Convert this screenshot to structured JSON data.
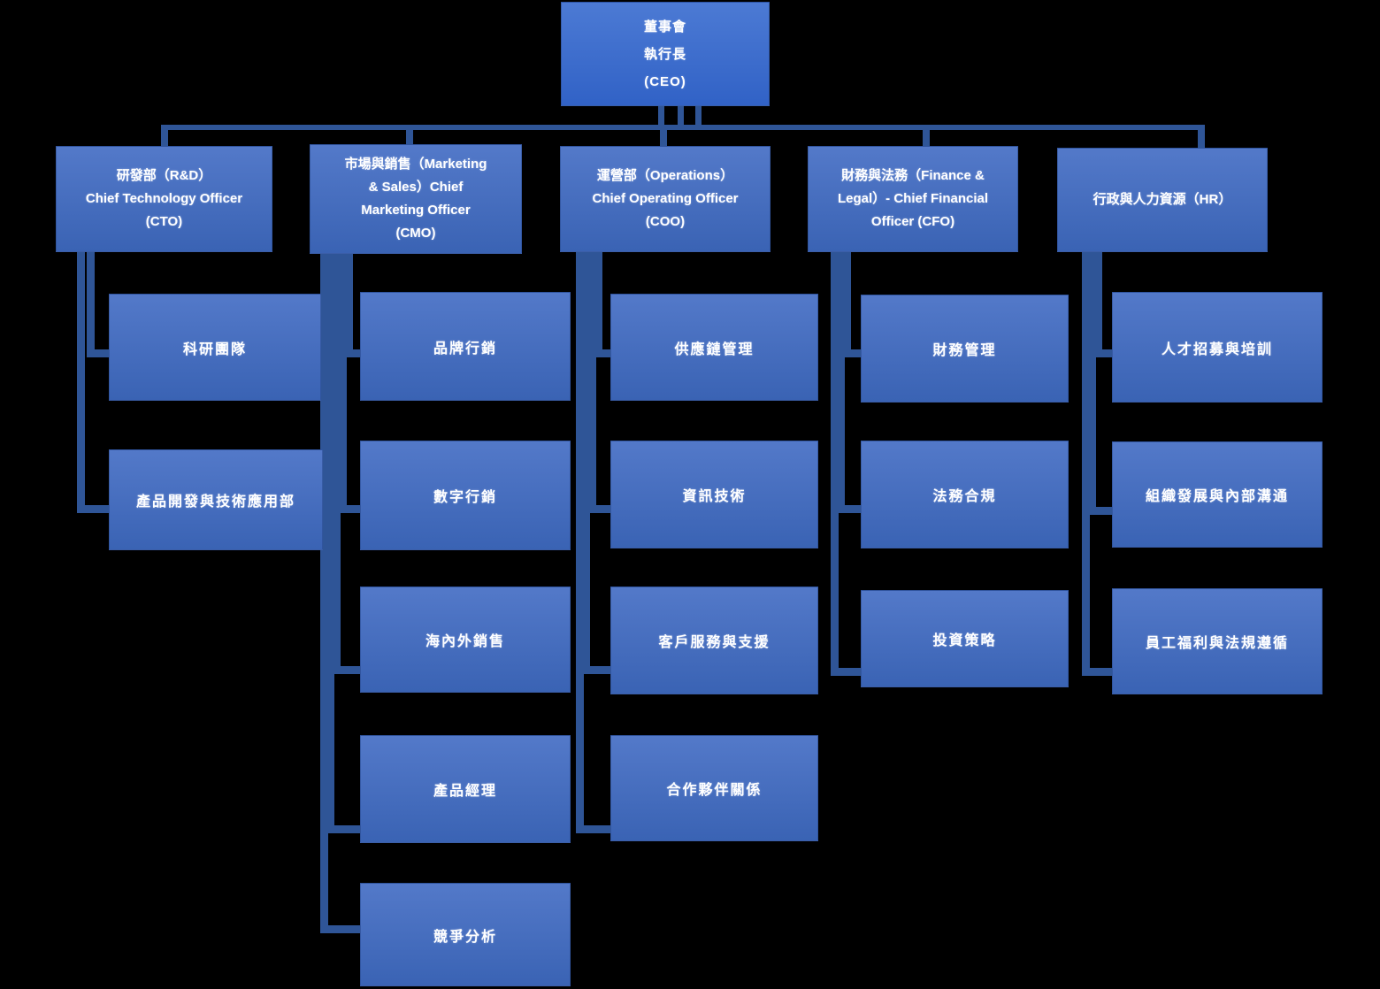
{
  "org": {
    "root": {
      "label": "董事會\n執行長\n(CEO)"
    },
    "departments": [
      {
        "id": "rd",
        "label": "研發部（R&D）\nChief Technology Officer\n(CTO)",
        "children": [
          "科研團隊",
          "產品開發與技術應用部"
        ]
      },
      {
        "id": "marketing",
        "label": "市場與銷售（Marketing\n& Sales）Chief\nMarketing Officer\n(CMO)",
        "children": [
          "品牌行銷",
          "數字行銷",
          "海內外銷售",
          "產品經理",
          "競爭分析"
        ]
      },
      {
        "id": "operations",
        "label": "運營部（Operations）\nChief Operating Officer\n(COO)",
        "children": [
          "供應鏈管理",
          "資訊技術",
          "客戶服務與支援",
          "合作夥伴關係"
        ]
      },
      {
        "id": "finance-legal",
        "label": "財務與法務（Finance &\nLegal）- Chief Financial\nOfficer (CFO)",
        "children": [
          "財務管理",
          "法務合規",
          "投資策略"
        ]
      },
      {
        "id": "hr",
        "label": "行政與人力資源（HR）",
        "children": [
          "人才招募與培訓",
          "組織發展與內部溝通",
          "員工福利與法規遵循"
        ]
      }
    ]
  },
  "colors": {
    "background": "#000000",
    "node_gradient_top": "#5379C9",
    "node_gradient_bottom": "#3A63B4",
    "root_gradient_top": "#4C7AD4",
    "root_gradient_bottom": "#3162C6",
    "connector": "#2F5597",
    "text": "#FFFFFF"
  }
}
